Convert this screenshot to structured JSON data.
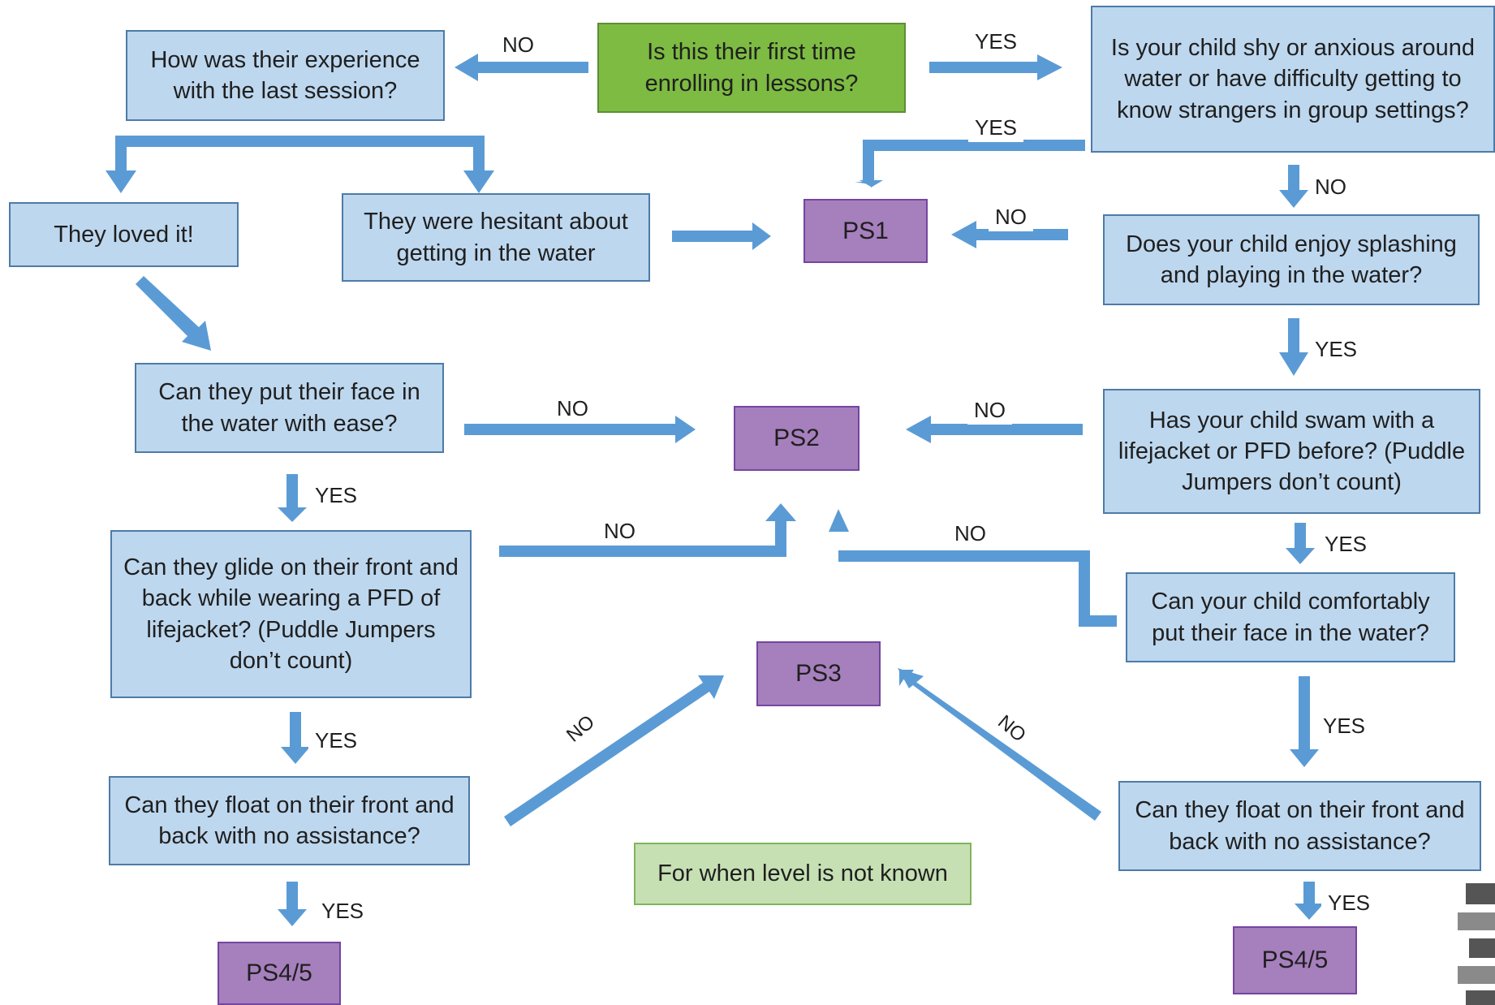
{
  "nodes": {
    "start": "Is this their first time enrolling in lessons?",
    "experience": "How was their experience with the last session?",
    "shy": "Is your child shy or anxious around water or have difficulty getting to know strangers in group settings?",
    "loved": "They loved it!",
    "hesitant": "They were hesitant about getting in the water",
    "ps1": "PS1",
    "enjoy": "Does your child enjoy splashing and playing in the water?",
    "face_left": "Can they put their face in the water with ease?",
    "ps2": "PS2",
    "swam_pfd": "Has your child swam with a lifejacket or PFD before? (Puddle Jumpers don’t count)",
    "glide": "Can they glide on their front and back while wearing a PFD of lifejacket? (Puddle Jumpers don’t count)",
    "face_right": "Can your child comfortably put their face in the water?",
    "ps3": "PS3",
    "float_left": "Can they float on their front and back with no assistance?",
    "float_right": "Can they float on their front and back with no assistance?",
    "ps45_left": "PS4/5",
    "ps45_right": "PS4/5",
    "note": "For when level is not known"
  },
  "edge_labels": {
    "start_no": "NO",
    "start_yes": "YES",
    "shy_yes": "YES",
    "shy_no": "NO",
    "enjoy_no": "NO",
    "enjoy_yes": "YES",
    "face_left_no": "NO",
    "face_left_yes": "YES",
    "swam_no": "NO",
    "swam_yes": "YES",
    "glide_no": "NO",
    "glide_yes": "YES",
    "face_right_no": "NO",
    "face_right_yes": "YES",
    "float_left_no": "NO",
    "float_left_yes": "YES",
    "float_right_no": "NO",
    "float_right_yes": "YES"
  },
  "colors": {
    "arrow": "#5b9bd5",
    "question_fill": "#bdd7ee",
    "start_fill": "#7dbb42",
    "result_fill": "#a67fbd",
    "note_fill": "#c6e0b4"
  }
}
